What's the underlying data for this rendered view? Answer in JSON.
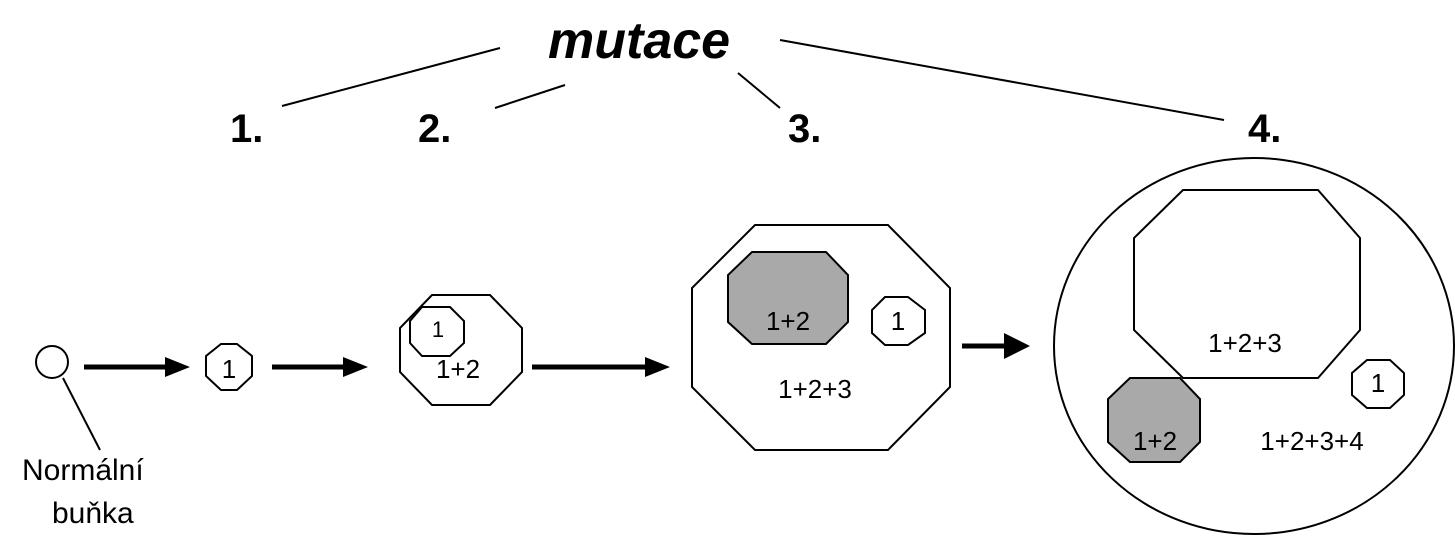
{
  "title": "mutace",
  "steps": [
    "1.",
    "2.",
    "3.",
    "4."
  ],
  "normal_cell_caption": [
    "Normální",
    "buňka"
  ],
  "labels": {
    "clone_1": "1",
    "clone_12": "1+2",
    "clone_123": "1+2+3",
    "clone_1234": "1+2+3+4"
  },
  "colors": {
    "shaded": "#a9a9a9",
    "ink": "#000000",
    "background": "#ffffff"
  }
}
